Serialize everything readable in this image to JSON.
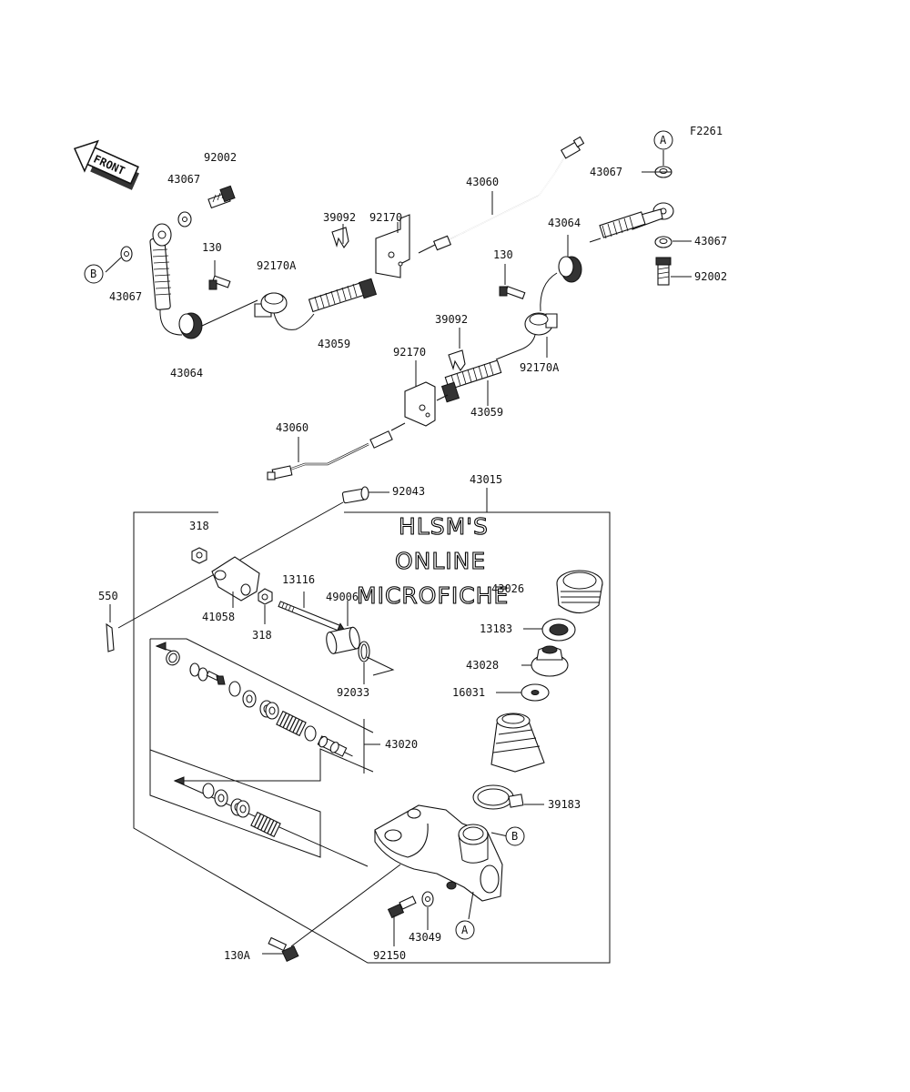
{
  "figure_code": "F2261",
  "front_arrow_label": "FRONT",
  "watermark": [
    "HLSM'S",
    "ONLINE",
    "MICROFICHE"
  ],
  "ref_markers": {
    "a": "A",
    "b": "B"
  },
  "part_labels": {
    "p92002_top_left": "92002",
    "p43067_top_left": "43067",
    "p43067_b_left": "43067",
    "p130_left": "130",
    "p92170A_left": "92170A",
    "p43064_left": "43064",
    "p39092_top": "39092",
    "p92170_top": "92170",
    "p43059_top": "43059",
    "p43060_top": "43060",
    "p43064_right": "43064",
    "p130_right": "130",
    "p43067_a_right": "43067",
    "p43067_right": "43067",
    "p92002_right": "92002",
    "p39092_mid": "39092",
    "p92170_mid": "92170",
    "p92170A_right": "92170A",
    "p43059_mid": "43059",
    "p43060_mid": "43060",
    "p43015": "43015",
    "p92043": "92043",
    "p318_top": "318",
    "p550": "550",
    "p41058": "41058",
    "p318_bottom": "318",
    "p13116": "13116",
    "p49006": "49006",
    "p92033": "92033",
    "p43026": "43026",
    "p13183": "13183",
    "p43028": "43028",
    "p16031": "16031",
    "p43020": "43020",
    "p39183": "39183",
    "p43049": "43049",
    "p92150": "92150",
    "p130A": "130A"
  }
}
